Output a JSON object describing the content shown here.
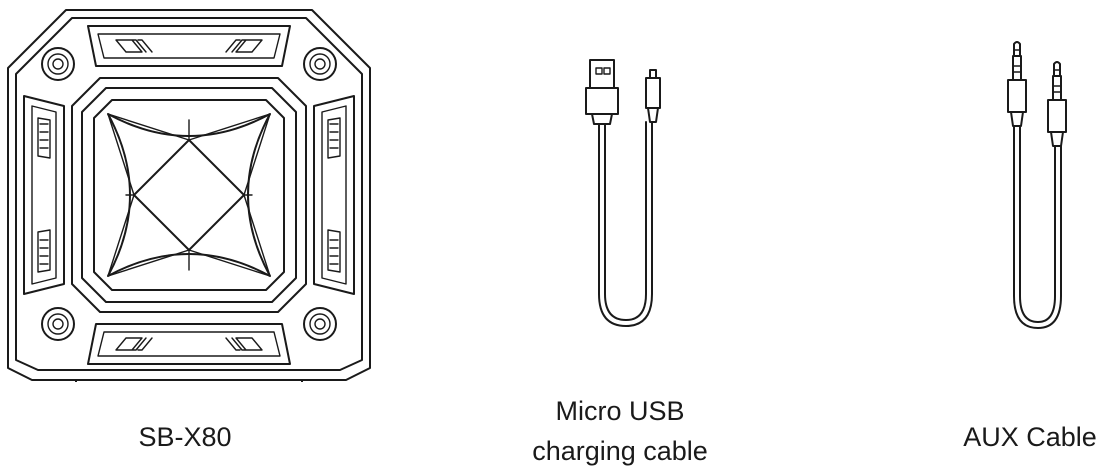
{
  "items": [
    {
      "name": "speaker",
      "label": "SB-X80"
    },
    {
      "name": "usb-cable",
      "label_line1": "Micro USB",
      "label_line2": "charging cable"
    },
    {
      "name": "aux-cable",
      "label": "AUX Cable"
    }
  ]
}
